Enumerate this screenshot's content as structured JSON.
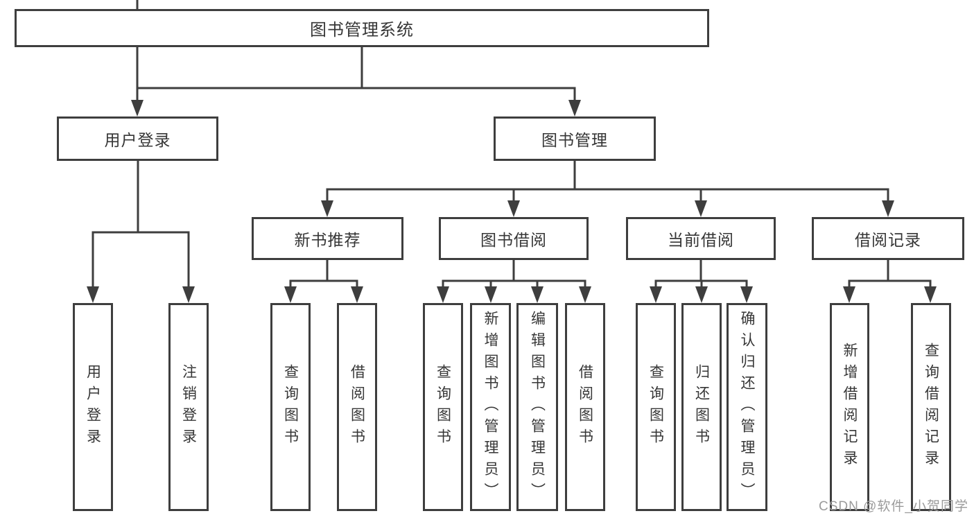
{
  "diagram": {
    "root": {
      "label": "图书管理系统"
    },
    "branches": [
      {
        "id": "user-login",
        "label": "用户登录"
      },
      {
        "id": "book-management",
        "label": "图书管理"
      }
    ],
    "modules": [
      {
        "id": "new-book-recommend",
        "label": "新书推荐"
      },
      {
        "id": "book-borrow",
        "label": "图书借阅"
      },
      {
        "id": "current-borrow",
        "label": "当前借阅"
      },
      {
        "id": "borrow-records",
        "label": "借阅记录"
      }
    ],
    "leaves": [
      {
        "id": "user-login-leaf",
        "parent": "用户登录",
        "label": "用户登录"
      },
      {
        "id": "logout",
        "parent": "用户登录",
        "label": "注销登录"
      },
      {
        "id": "query-books-recommend",
        "parent": "新书推荐",
        "label": "查询图书"
      },
      {
        "id": "borrow-books-recommend",
        "parent": "新书推荐",
        "label": "借阅图书"
      },
      {
        "id": "query-books-borrow",
        "parent": "图书借阅",
        "label": "查询图书"
      },
      {
        "id": "add-books-admin",
        "parent": "图书借阅",
        "label": "新增图书（管理员）"
      },
      {
        "id": "edit-books-admin",
        "parent": "图书借阅",
        "label": "编辑图书（管理员）"
      },
      {
        "id": "borrow-books-borrow",
        "parent": "图书借阅",
        "label": "借阅图书"
      },
      {
        "id": "query-books-current",
        "parent": "当前借阅",
        "label": "查询图书"
      },
      {
        "id": "return-books",
        "parent": "当前借阅",
        "label": "归还图书"
      },
      {
        "id": "confirm-return-admin",
        "parent": "当前借阅",
        "label": "确认归还（管理员）"
      },
      {
        "id": "add-borrow-record",
        "parent": "借阅记录",
        "label": "新增借阅记录"
      },
      {
        "id": "query-borrow-record",
        "parent": "借阅记录",
        "label": "查询借阅记录"
      }
    ],
    "line_color": "#3e3e3e",
    "text_color": "#363636"
  },
  "watermark": {
    "text": "CSDN @软件_小贺同学",
    "color": "#9b9b9b"
  }
}
